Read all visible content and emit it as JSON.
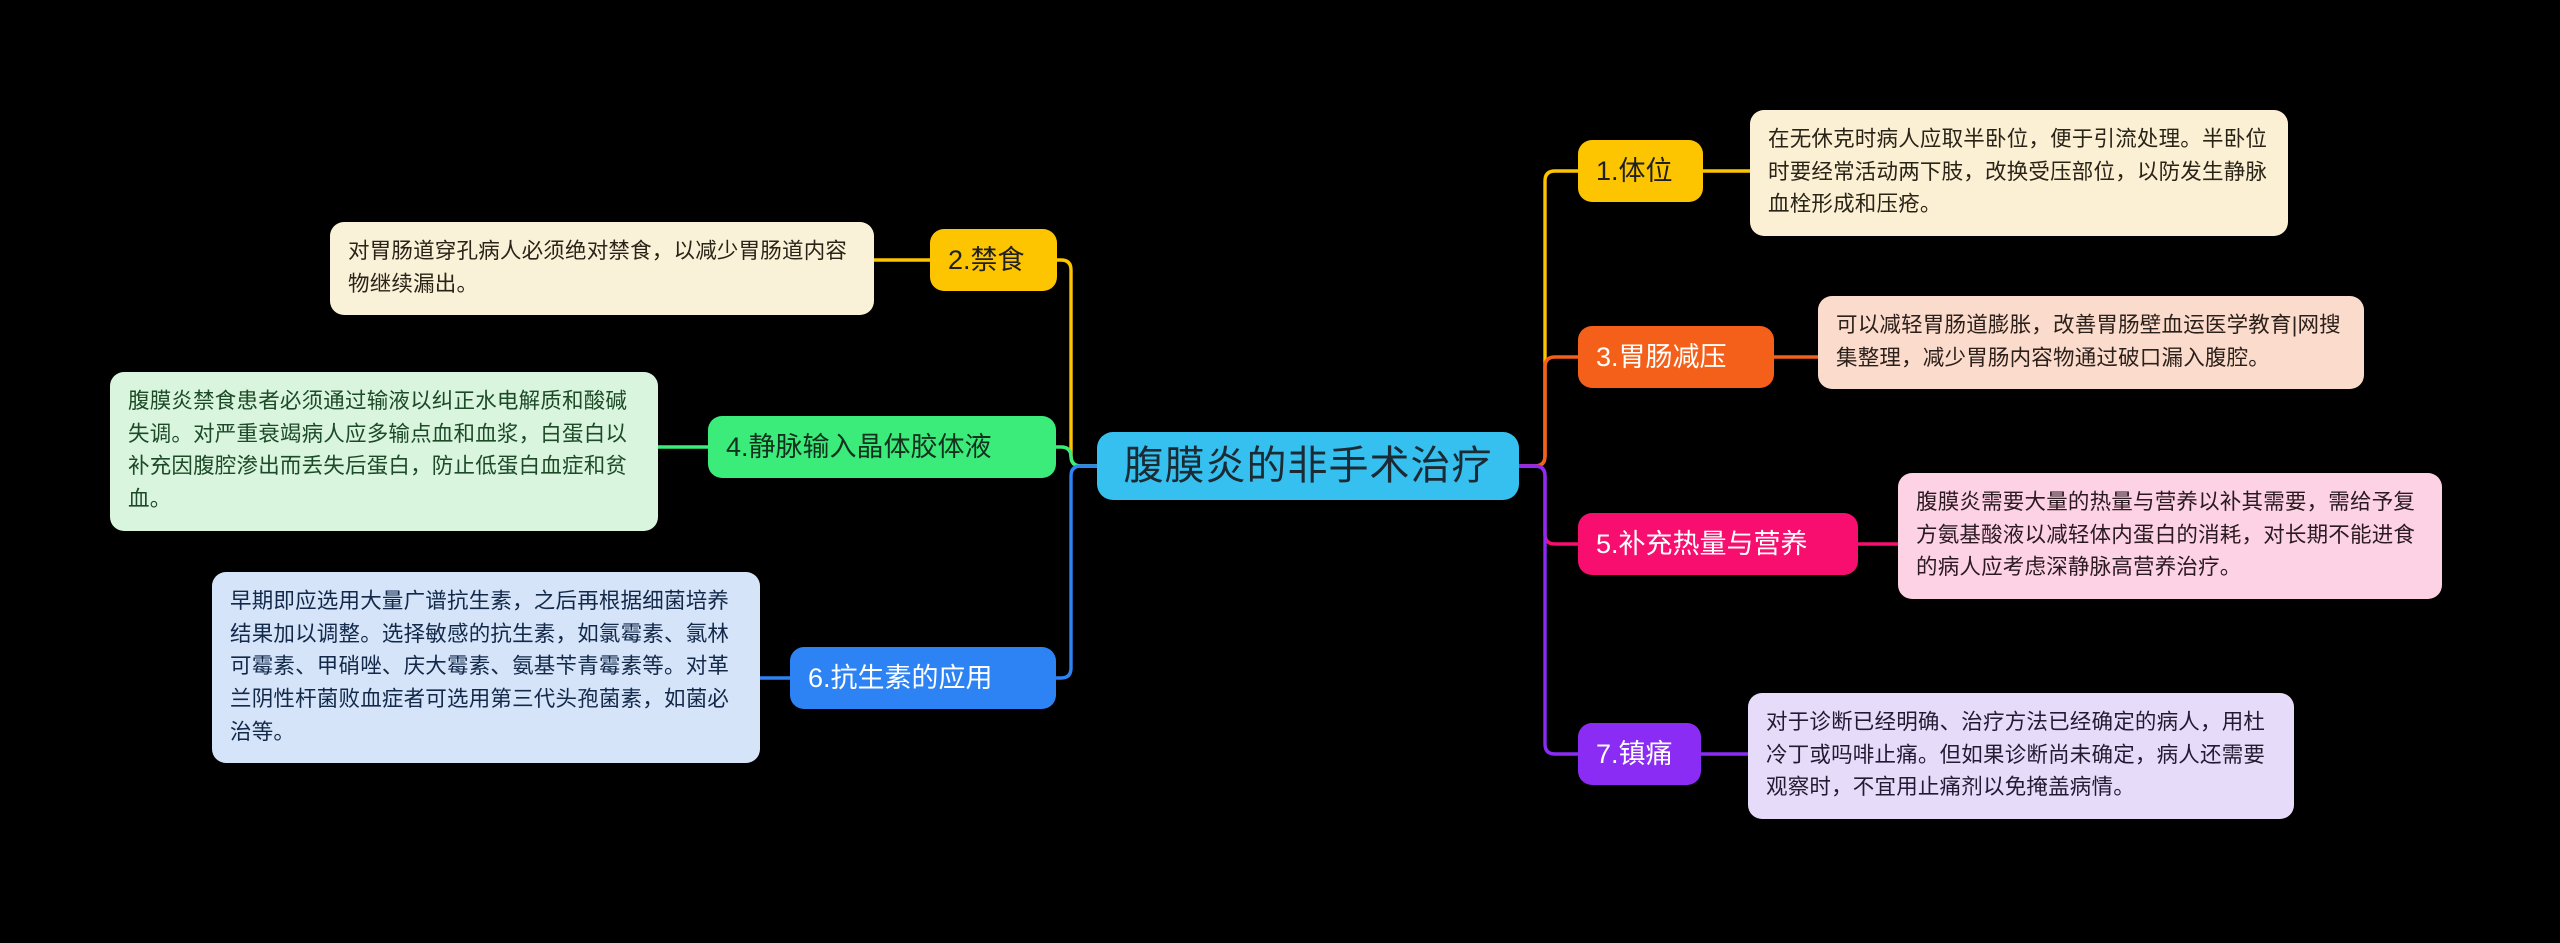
{
  "mindmap": {
    "background_color": "#000000",
    "central": {
      "label": "腹膜炎的非手术治疗",
      "color": "#35c0f0",
      "text_color": "#1b2a33"
    },
    "branches": [
      {
        "id": "1",
        "label": "1.体位",
        "color": "#fdc500",
        "text_color": "#202020",
        "side": "right",
        "note": "在无休克时病人应取半卧位，便于引流处理。半卧位时要经常活动两下肢，改换受压部位，以防发生静脉血栓形成和压疮。",
        "note_bg": "#fbf0d4",
        "note_text_color": "#2a2418"
      },
      {
        "id": "2",
        "label": "2.禁食",
        "color": "#fdc500",
        "text_color": "#202020",
        "side": "left",
        "note": "对胃肠道穿孔病人必须绝对禁食，以减少胃肠道内容物继续漏出。",
        "note_bg": "#faf2d8",
        "note_text_color": "#2a2418"
      },
      {
        "id": "3",
        "label": "3.胃肠减压",
        "color": "#f4601a",
        "text_color": "#ffffff",
        "side": "right",
        "note": "可以减轻胃肠道膨胀，改善胃肠壁血运医学教育|网搜集整理，减少胃肠内容物通过破口漏入腹腔。",
        "note_bg": "#fbdccc",
        "note_text_color": "#2c201a"
      },
      {
        "id": "4",
        "label": "4.静脉输入晶体胶体液",
        "color": "#3bec7b",
        "text_color": "#12311f",
        "side": "left",
        "note": "腹膜炎禁食患者必须通过输液以纠正水电解质和酸碱失调。对严重衰竭病人应多输点血和血浆，白蛋白以补充因腹腔渗出而丢失后蛋白，防止低蛋白血症和贫血。",
        "note_bg": "#d9f5de",
        "note_text_color": "#1d4a27"
      },
      {
        "id": "5",
        "label": "5.补充热量与营养",
        "color": "#f70e6f",
        "text_color": "#ffffff",
        "side": "right",
        "note": "腹膜炎需要大量的热量与营养以补其需要，需给予复方氨基酸液以减轻体内蛋白的消耗，对长期不能进食的病人应考虑深静脉高营养治疗。",
        "note_bg": "#fcd2e4",
        "note_text_color": "#2b1a22"
      },
      {
        "id": "6",
        "label": "6.抗生素的应用",
        "color": "#2e83f4",
        "text_color": "#ffffff",
        "side": "left",
        "note": "早期即应选用大量广谱抗生素，之后再根据细菌培养结果加以调整。选择敏感的抗生素，如氯霉素、氯林可霉素、甲硝唑、庆大霉素、氨基苄青霉素等。对革兰阴性杆菌败血症者可选用第三代头孢菌素，如菌必治等。",
        "note_bg": "#d5e4f8",
        "note_text_color": "#12294a"
      },
      {
        "id": "7",
        "label": "7.镇痛",
        "color": "#8b2cf5",
        "text_color": "#ffffff",
        "side": "right",
        "note": "对于诊断已经明确、治疗方法已经确定的病人，用杜冷丁或吗啡止痛。但如果诊断尚未确定，病人还需要观察时，不宜用止痛剂以免掩盖病情。",
        "note_bg": "#e6dcfa",
        "note_text_color": "#241b33"
      }
    ]
  }
}
